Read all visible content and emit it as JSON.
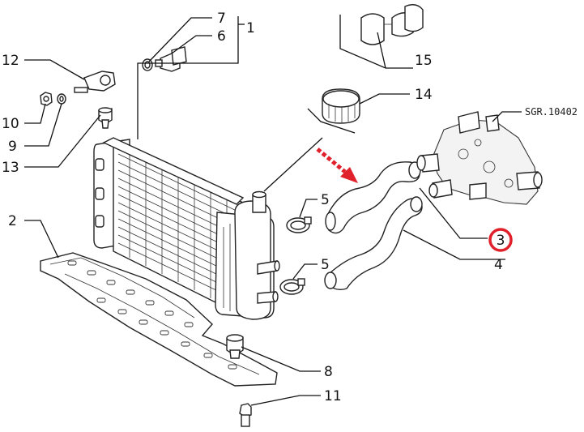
{
  "drawing_ref": "SGR.10402",
  "highlight_color": "#e0202a",
  "labels": {
    "l1": "1",
    "l2": "2",
    "l3": "3",
    "l4": "4",
    "l5a": "5",
    "l5b": "5",
    "l6": "6",
    "l7": "7",
    "l8": "8",
    "l9": "9",
    "l10": "10",
    "l11": "11",
    "l12": "12",
    "l13": "13",
    "l14": "14",
    "l15": "15"
  }
}
